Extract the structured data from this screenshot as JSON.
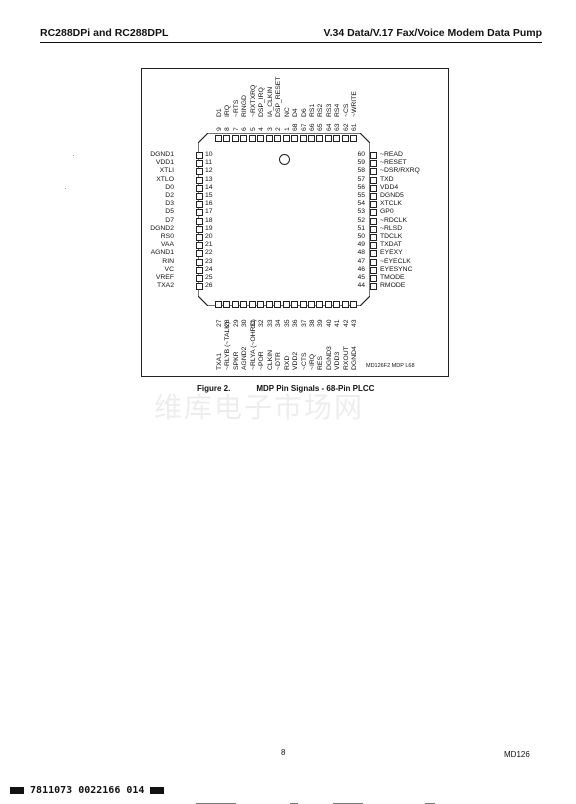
{
  "header": {
    "left": "RC288DPi and RC288DPL",
    "right": "V.34 Data/V.17 Fax/Voice Modem Data Pump"
  },
  "figure": {
    "ref": "MD126F2  MDP L68",
    "caption_number": "Figure 2.",
    "caption_title": "MDP Pin Signals - 68-Pin PLCC",
    "watermark": "维库电子市场网"
  },
  "pins": {
    "left": [
      {
        "num": "10",
        "name": "DGND1"
      },
      {
        "num": "11",
        "name": "VDD1"
      },
      {
        "num": "12",
        "name": "XTLI"
      },
      {
        "num": "13",
        "name": "XTLO"
      },
      {
        "num": "14",
        "name": "D0"
      },
      {
        "num": "15",
        "name": "D2"
      },
      {
        "num": "16",
        "name": "D3"
      },
      {
        "num": "17",
        "name": "D5"
      },
      {
        "num": "18",
        "name": "D7"
      },
      {
        "num": "19",
        "name": "DGND2"
      },
      {
        "num": "20",
        "name": "RS0"
      },
      {
        "num": "21",
        "name": "VAA"
      },
      {
        "num": "22",
        "name": "AGND1"
      },
      {
        "num": "23",
        "name": "RIN"
      },
      {
        "num": "24",
        "name": "VC"
      },
      {
        "num": "25",
        "name": "VREF"
      },
      {
        "num": "26",
        "name": "TXA2"
      }
    ],
    "right": [
      {
        "num": "60",
        "name": "~READ"
      },
      {
        "num": "59",
        "name": "~RESET"
      },
      {
        "num": "58",
        "name": "~DSR/RXRQ"
      },
      {
        "num": "57",
        "name": "TXD"
      },
      {
        "num": "56",
        "name": "VDD4"
      },
      {
        "num": "55",
        "name": "DGND5"
      },
      {
        "num": "54",
        "name": "XTCLK"
      },
      {
        "num": "53",
        "name": "GP0"
      },
      {
        "num": "52",
        "name": "~RDCLK"
      },
      {
        "num": "51",
        "name": "~RLSD"
      },
      {
        "num": "50",
        "name": "TDCLK"
      },
      {
        "num": "49",
        "name": "TXDAT"
      },
      {
        "num": "48",
        "name": "EYEXY"
      },
      {
        "num": "47",
        "name": "~EYECLK"
      },
      {
        "num": "46",
        "name": "EYESYNC"
      },
      {
        "num": "45",
        "name": "TMODE"
      },
      {
        "num": "44",
        "name": "RMODE"
      }
    ],
    "top": [
      {
        "num": "9",
        "name": "D1"
      },
      {
        "num": "8",
        "name": "IRQ"
      },
      {
        "num": "7",
        "name": "~RTS"
      },
      {
        "num": "6",
        "name": "RINGD"
      },
      {
        "num": "5",
        "name": "~RXTXRQ"
      },
      {
        "num": "4",
        "name": "DSP_IRQ"
      },
      {
        "num": "3",
        "name": "IA_CLKIN"
      },
      {
        "num": "2",
        "name": "DSP_RESET"
      },
      {
        "num": "1",
        "name": "NC"
      },
      {
        "num": "68",
        "name": "D4"
      },
      {
        "num": "67",
        "name": "D6"
      },
      {
        "num": "66",
        "name": "RS1"
      },
      {
        "num": "65",
        "name": "RS2"
      },
      {
        "num": "64",
        "name": "RS3"
      },
      {
        "num": "63",
        "name": "RS4"
      },
      {
        "num": "62",
        "name": "~CS"
      },
      {
        "num": "61",
        "name": "~WRITE"
      }
    ],
    "bottom": [
      {
        "num": "27",
        "name": "TXA1"
      },
      {
        "num": "28",
        "name": "~RLYB (~TALK)"
      },
      {
        "num": "29",
        "name": "SPKR"
      },
      {
        "num": "30",
        "name": "AGND2"
      },
      {
        "num": "31",
        "name": "~RLYA (~OHRC)"
      },
      {
        "num": "32",
        "name": "~POR"
      },
      {
        "num": "33",
        "name": "CLKIN"
      },
      {
        "num": "34",
        "name": "~DTR"
      },
      {
        "num": "35",
        "name": "RXD"
      },
      {
        "num": "36",
        "name": "VDD2"
      },
      {
        "num": "37",
        "name": "~CTS"
      },
      {
        "num": "38",
        "name": "~IRQ"
      },
      {
        "num": "39",
        "name": "RES"
      },
      {
        "num": "40",
        "name": "DGND3"
      },
      {
        "num": "41",
        "name": "VDD3"
      },
      {
        "num": "42",
        "name": "RXOUT"
      },
      {
        "num": "43",
        "name": "DGND4"
      }
    ]
  },
  "footer": {
    "page_number": "8",
    "doc_number": "MD126",
    "barcode_text": "7811073 0022166 014"
  }
}
